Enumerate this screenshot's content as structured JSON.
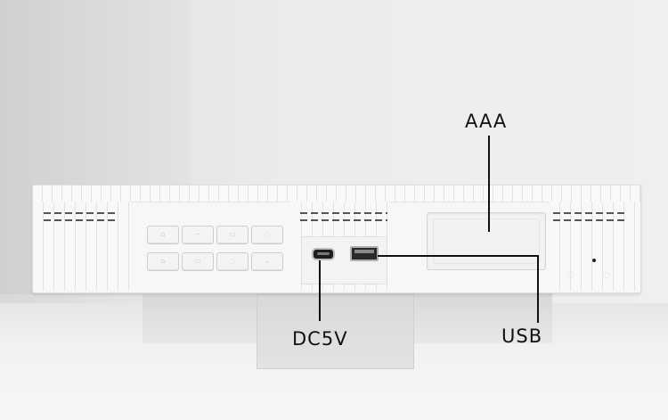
{
  "labels": {
    "aaa": "AAA",
    "dc5v": "DC5V",
    "usb": "USB"
  },
  "colors": {
    "device": "#f7f7f7",
    "vent": "#555555",
    "callout": "#111111",
    "port": "#1c1c1c"
  }
}
